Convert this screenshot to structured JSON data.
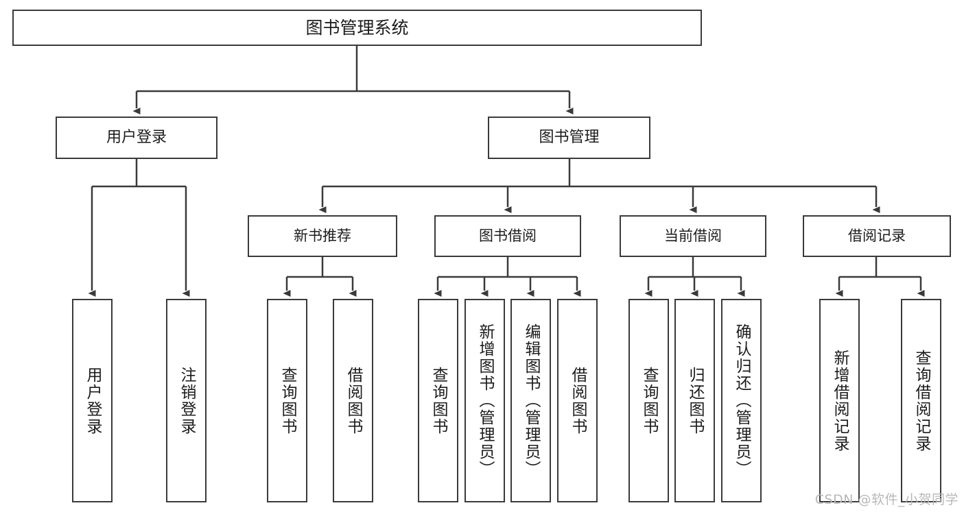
{
  "diagram": {
    "title_node": {
      "label": "图书管理系统"
    },
    "level2": [
      {
        "label": "用户登录"
      },
      {
        "label": "图书管理"
      }
    ],
    "level3": [
      {
        "label": "新书推荐"
      },
      {
        "label": "图书借阅"
      },
      {
        "label": "当前借阅"
      },
      {
        "label": "借阅记录"
      }
    ],
    "leaves": {
      "user_login": [
        {
          "label": "用户登录"
        },
        {
          "label": "注销登录"
        }
      ],
      "new_book_recommend": [
        {
          "label": "查询图书"
        },
        {
          "label": "借阅图书"
        }
      ],
      "book_borrow": [
        {
          "label": "查询图书"
        },
        {
          "label": "新增图书（管理员）"
        },
        {
          "label": "编辑图书（管理员）"
        },
        {
          "label": "借阅图书"
        }
      ],
      "current_borrow": [
        {
          "label": "查询图书"
        },
        {
          "label": "归还图书"
        },
        {
          "label": "确认归还（管理员）"
        }
      ],
      "borrow_record": [
        {
          "label": "新增借阅记录"
        },
        {
          "label": "查询借阅记录"
        }
      ]
    }
  },
  "watermark": {
    "text": "CSDN @软件_小贺同学"
  },
  "colors": {
    "stroke": "#3a3a3a",
    "background": "#ffffff",
    "text": "#1c1c1c",
    "watermark": "#b8b8b8"
  }
}
